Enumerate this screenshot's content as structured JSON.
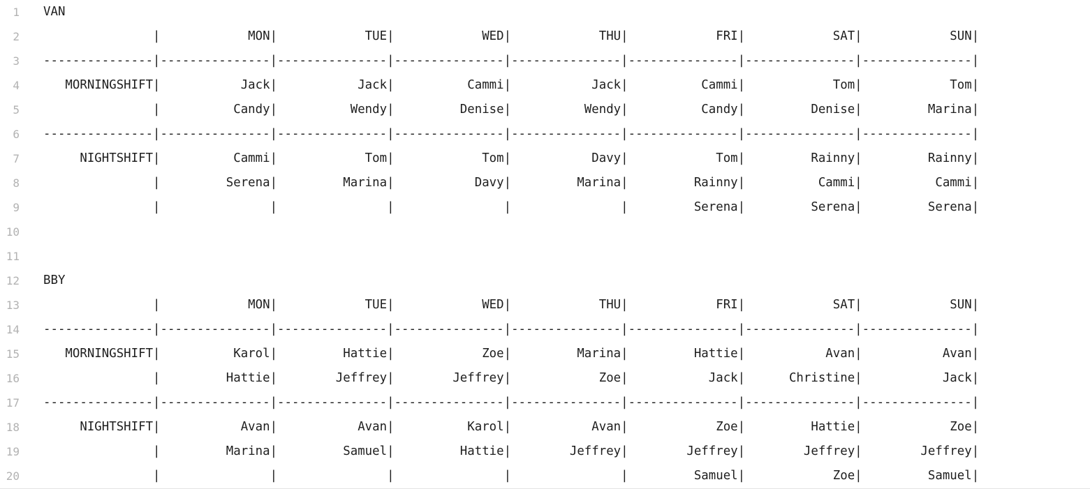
{
  "editor": {
    "lines": [
      {
        "number": "1",
        "text": "VAN"
      },
      {
        "number": "2",
        "text": "               |            MON|            TUE|            WED|            THU|            FRI|            SAT|            SUN|"
      },
      {
        "number": "3",
        "text": "---------------|---------------|---------------|---------------|---------------|---------------|---------------|---------------|"
      },
      {
        "number": "4",
        "text": "   MORNINGSHIFT|           Jack|           Jack|          Cammi|           Jack|          Cammi|            Tom|            Tom|"
      },
      {
        "number": "5",
        "text": "               |          Candy|          Wendy|         Denise|          Wendy|          Candy|         Denise|         Marina|"
      },
      {
        "number": "6",
        "text": "---------------|---------------|---------------|---------------|---------------|---------------|---------------|---------------|"
      },
      {
        "number": "7",
        "text": "     NIGHTSHIFT|          Cammi|            Tom|            Tom|           Davy|            Tom|         Rainny|         Rainny|"
      },
      {
        "number": "8",
        "text": "               |         Serena|         Marina|           Davy|         Marina|         Rainny|          Cammi|          Cammi|"
      },
      {
        "number": "9",
        "text": "               |               |               |               |               |         Serena|         Serena|         Serena|"
      },
      {
        "number": "10",
        "text": ""
      },
      {
        "number": "11",
        "text": ""
      },
      {
        "number": "12",
        "text": "BBY"
      },
      {
        "number": "13",
        "text": "               |            MON|            TUE|            WED|            THU|            FRI|            SAT|            SUN|"
      },
      {
        "number": "14",
        "text": "---------------|---------------|---------------|---------------|---------------|---------------|---------------|---------------|"
      },
      {
        "number": "15",
        "text": "   MORNINGSHIFT|          Karol|         Hattie|            Zoe|         Marina|         Hattie|           Avan|           Avan|"
      },
      {
        "number": "16",
        "text": "               |         Hattie|        Jeffrey|        Jeffrey|            Zoe|           Jack|      Christine|           Jack|"
      },
      {
        "number": "17",
        "text": "---------------|---------------|---------------|---------------|---------------|---------------|---------------|---------------|"
      },
      {
        "number": "18",
        "text": "     NIGHTSHIFT|           Avan|           Avan|          Karol|           Avan|            Zoe|         Hattie|            Zoe|"
      },
      {
        "number": "19",
        "text": "               |         Marina|         Samuel|         Hattie|        Jeffrey|        Jeffrey|        Jeffrey|        Jeffrey|"
      },
      {
        "number": "20",
        "text": "               |               |               |               |               |         Samuel|            Zoe|         Samuel|"
      }
    ]
  }
}
